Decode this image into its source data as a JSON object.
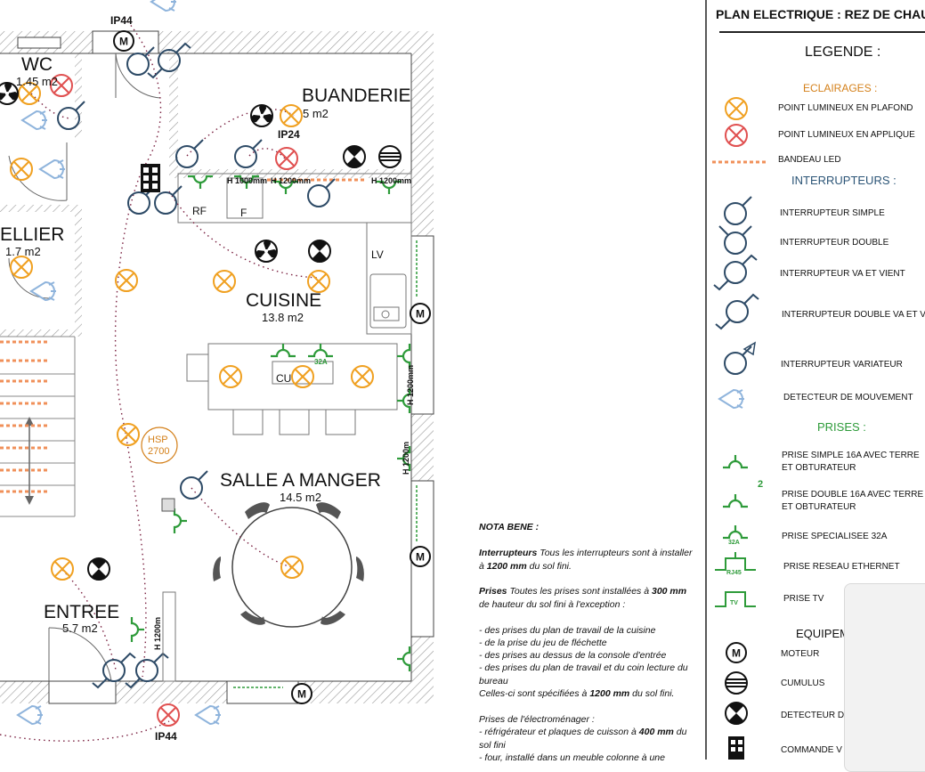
{
  "title": "PLAN ELECTRIQUE : REZ DE CHAU",
  "rooms": {
    "wc": {
      "name": "WC",
      "area": "1.45 m2"
    },
    "buanderie": {
      "name": "BUANDERIE",
      "area": "5 m2"
    },
    "cellier": {
      "name": "ELLIER",
      "area": "1.7 m2"
    },
    "cuisine": {
      "name": "CUISINE",
      "area": "13.8 m2"
    },
    "salle": {
      "name": "SALLE A MANGER",
      "area": "14.5 m2"
    },
    "entree": {
      "name": "ENTREE",
      "area": "5.7 m2"
    }
  },
  "plan_labels": {
    "ip44_top": "IP44",
    "ip44_bottom": "IP44",
    "ip24": "IP24",
    "h1000": "H 1000mm",
    "h1200_a": "H 1200mm",
    "h1200_b": "H 1200mm",
    "rf": "RF",
    "f": "F",
    "lv": "LV",
    "cu": "CU",
    "a32": "32A",
    "hsp": "HSP",
    "hsp_val": "2700",
    "h1200_v1": "H 1200mm",
    "h1200_v2": "H 1200m",
    "h1200_v3": "H 1200m",
    "m": "M"
  },
  "note": {
    "title": "NOTA BENE :",
    "interrupteurs_head": "Interrupteurs",
    "interrupteurs_text": " Tous les interrupteurs sont à installer à ",
    "interrupteurs_h": "1200 mm",
    "interrupteurs_end": " du sol fini.",
    "prises_head": "Prises",
    "prises_text": " Toutes les prises sont installées à ",
    "prises_h": "300 mm",
    "prises_end": " de hauteur du sol fini à l'exception :",
    "exc1": "- des prises du plan de travail de la cuisine",
    "exc2": "- de la prise du jeu de fléchette",
    "exc3": "- des prises au dessus de la console d'entrée",
    "exc4": "- des prises du plan de travail et du coin lecture du bureau",
    "exc5a": "Celles-ci sont spécifiées à ",
    "exc5h": "1200 mm",
    "exc5b": " du sol fini.",
    "electro": "Prises de l'électroménager :",
    "electro1a": "- réfrigérateur et plaques de cuisson à ",
    "electro1h": "400 mm",
    "electro1b": " du sol fini",
    "electro2": "- four, installé dans un meuble colonne à une"
  },
  "legend": {
    "heading": "LEGENDE :",
    "eclairages": "ECLAIRAGES :",
    "interrupteurs": "INTERRUPTEURS :",
    "prises": "PRISES :",
    "equipements": "EQUIPEM",
    "items": {
      "plafond": "POINT LUMINEUX EN PLAFOND",
      "applique": "POINT LUMINEUX EN APPLIQUE",
      "bandeau": "BANDEAU LED",
      "simple": "INTERRUPTEUR SIMPLE",
      "double": "INTERRUPTEUR DOUBLE",
      "vaetvient": "INTERRUPTEUR VA ET VIENT",
      "doublevv": "INTERRUPTEUR DOUBLE VA ET VI",
      "variateur": "INTERRUPTEUR VARIATEUR",
      "detecteur": "DETECTEUR DE MOUVEMENT",
      "prise_simple_1": "PRISE SIMPLE 16A AVEC TERRE",
      "prise_simple_2": "ET OBTURATEUR",
      "prise_double_1": "PRISE DOUBLE 16A AVEC TERRE",
      "prise_double_2": "ET OBTURATEUR",
      "prise_32a": "PRISE SPECIALISEE 32A",
      "prise_rj45": "PRISE RESEAU ETHERNET",
      "prise_tv": "PRISE TV",
      "moteur": "MOTEUR",
      "cumulus": "CUMULUS",
      "detecteur_de": "DETECTEUR DE",
      "commande": "COMMANDE V"
    },
    "symbol_texts": {
      "m": "M",
      "a32": "32A",
      "rj45": "RJ45",
      "tv": "TV",
      "two": "2"
    }
  },
  "colors": {
    "light": "#f0a020",
    "applique": "#e05050",
    "switch": "#2d4a66",
    "prise": "#2e9b3a",
    "wall": "#bbbbbb",
    "orange_text": "#d4801a",
    "blue_text": "#2c5577",
    "green_text": "#2e9b3a",
    "detector": "#8fb4dc"
  }
}
